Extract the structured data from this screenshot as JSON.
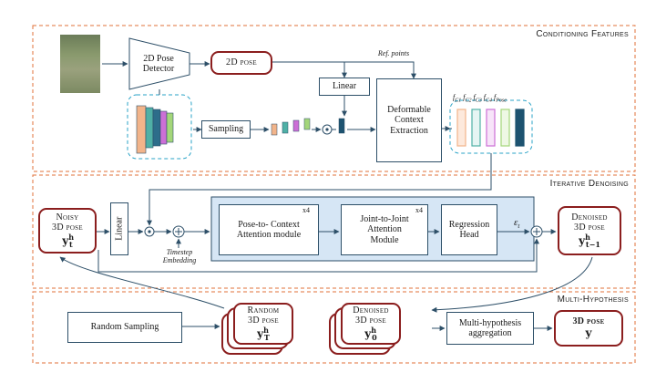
{
  "sections": {
    "conditioning": "Conditioning Features",
    "denoising": "Iterative Denoising",
    "multi": "Multi-Hypothesis"
  },
  "conditioning": {
    "detector_line1": "2D Pose",
    "detector_line2": "Detector",
    "pose2d": "2D pose",
    "ref_points": "Ref. points",
    "linear": "Linear",
    "sampling": "Sampling",
    "dce_line1": "Deformable",
    "dce_line2": "Context",
    "dce_line3": "Extraction",
    "feature_labels": [
      "f",
      "C1",
      "f",
      "C2",
      "f",
      "C3",
      "f",
      "C4",
      "f",
      "Pose"
    ]
  },
  "denoising": {
    "noisy_line1": "Noisy",
    "noisy_line2": "3D pose",
    "noisy_sym": "y",
    "noisy_sup": "h",
    "noisy_sub": "t",
    "linear": "Linear",
    "timestep_line1": "Timestep",
    "timestep_line2": "Embedding",
    "pose_ctx_line1": "Pose-to- Context",
    "pose_ctx_line2": "Attention module",
    "joint_line1": "Joint-to-Joint",
    "joint_line2": "Attention",
    "joint_line3": "Module",
    "x4": "x4",
    "regression_line1": "Regression",
    "regression_line2": "Head",
    "epsilon": "ε",
    "epsilon_sub": "t",
    "denoised_line1": "Denoised",
    "denoised_line2": "3D pose",
    "denoised_sym": "y",
    "denoised_sup": "h",
    "denoised_sub": "t−1"
  },
  "multi": {
    "random_sampling": "Random Sampling",
    "random_line1": "Random",
    "random_line2": "3D pose",
    "random_sym": "y",
    "random_sup": "h",
    "random_sub": "T",
    "denoised_line1": "Denoised",
    "denoised_line2": "3D pose",
    "denoised_sym": "y",
    "denoised_sup": "h",
    "denoised_sub": "0",
    "aggregation_line1": "Multi-hypothesis",
    "aggregation_line2": "aggregation",
    "final_line1": "3D pose",
    "final_sym": "y"
  },
  "colors": {
    "section_border": "#e0703a",
    "line": "#2d4f68",
    "dashed_blue": "#2aa3c7",
    "highlight_fill": "#d6e6f5",
    "pose_border": "#8b1e1e",
    "feature_colors": [
      "#f2b48a",
      "#4fb0a6",
      "#cc6fd6",
      "#a4d67a",
      "#1d5370"
    ]
  }
}
